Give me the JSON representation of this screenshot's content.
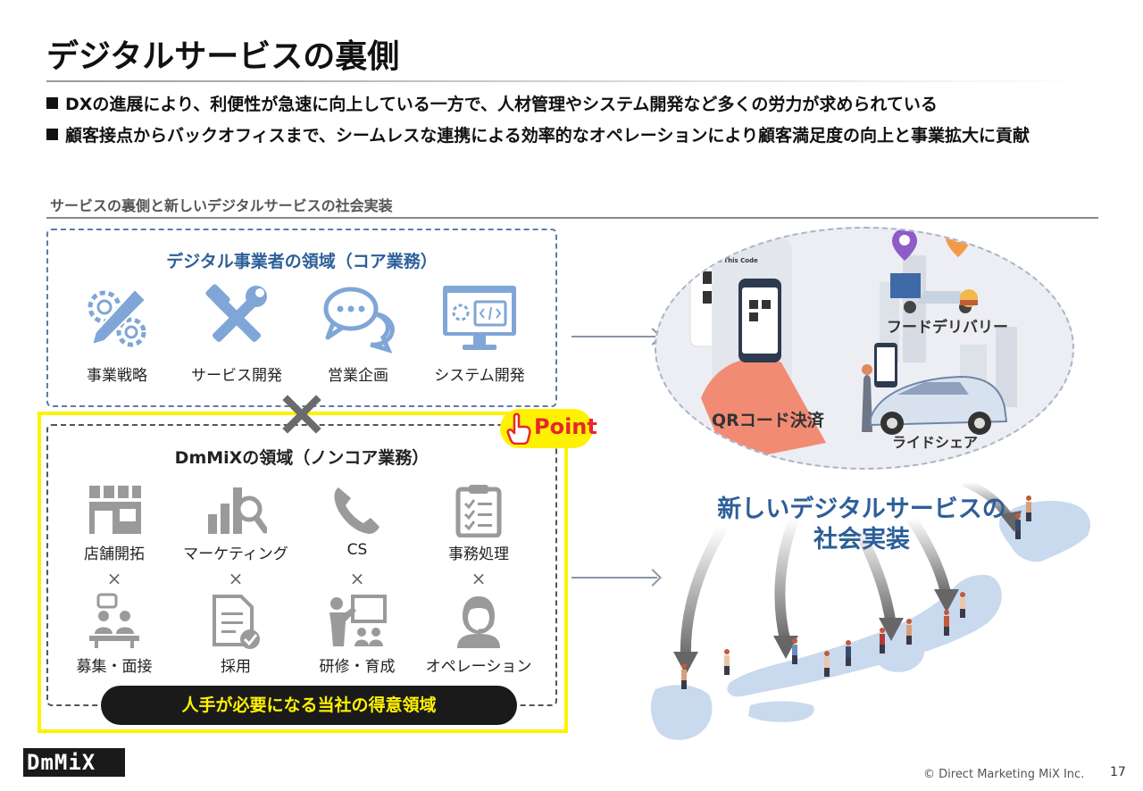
{
  "title": "デジタルサービスの裏側",
  "bullets": [
    "DXの進展により、利便性が急速に向上している一方で、人材管理やシステム開発など多くの労力が求められている",
    "顧客接点からバックオフィスまで、シームレスな連携による効率的なオペレーションにより顧客満足度の向上と事業拡大に貢献"
  ],
  "section_heading": "サービスの裏側と新しいデジタルサービスの社会実装",
  "core": {
    "title": "デジタル事業者の領域（コア業務）",
    "items": [
      {
        "label": "事業戦略",
        "icon": "strategy-gear-pencil-icon"
      },
      {
        "label": "サービス開発",
        "icon": "tools-icon"
      },
      {
        "label": "営業企画",
        "icon": "chat-bubbles-icon"
      },
      {
        "label": "システム開発",
        "icon": "monitor-code-icon"
      }
    ]
  },
  "noncore": {
    "title": "DmMiXの領域（ノンコア業務）",
    "top_items": [
      {
        "label": "店舗開拓",
        "icon": "store-icon"
      },
      {
        "label": "マーケティング",
        "icon": "analytics-chart-icon"
      },
      {
        "label": "CS",
        "icon": "phone-icon"
      },
      {
        "label": "事務処理",
        "icon": "clipboard-checklist-icon"
      }
    ],
    "cross_glyph": "×",
    "bottom_items": [
      {
        "label": "募集・面接",
        "icon": "interview-icon"
      },
      {
        "label": "採用",
        "icon": "document-check-icon"
      },
      {
        "label": "研修・育成",
        "icon": "training-presentation-icon"
      },
      {
        "label": "オペレーション",
        "icon": "operator-headset-icon"
      }
    ]
  },
  "point_badge": "Point",
  "strength_pill": "人手が必要になる当社の得意領域",
  "services": {
    "qr_label": "QRコード決済",
    "food_label": "フードデリバリー",
    "ride_label": "ライドシェア",
    "scan_text": "Scan This Code"
  },
  "new_service": {
    "line1": "新しいデジタルサービスの",
    "line2": "社会実装"
  },
  "colors": {
    "core_blue": "#2d5f99",
    "highlight_yellow": "#fff200",
    "point_red": "#e8262f",
    "icon_blue": "#7fa6d6"
  },
  "footer": {
    "logo": "DmMiX",
    "copyright": "© Direct Marketing MiX Inc.",
    "page": "17"
  }
}
